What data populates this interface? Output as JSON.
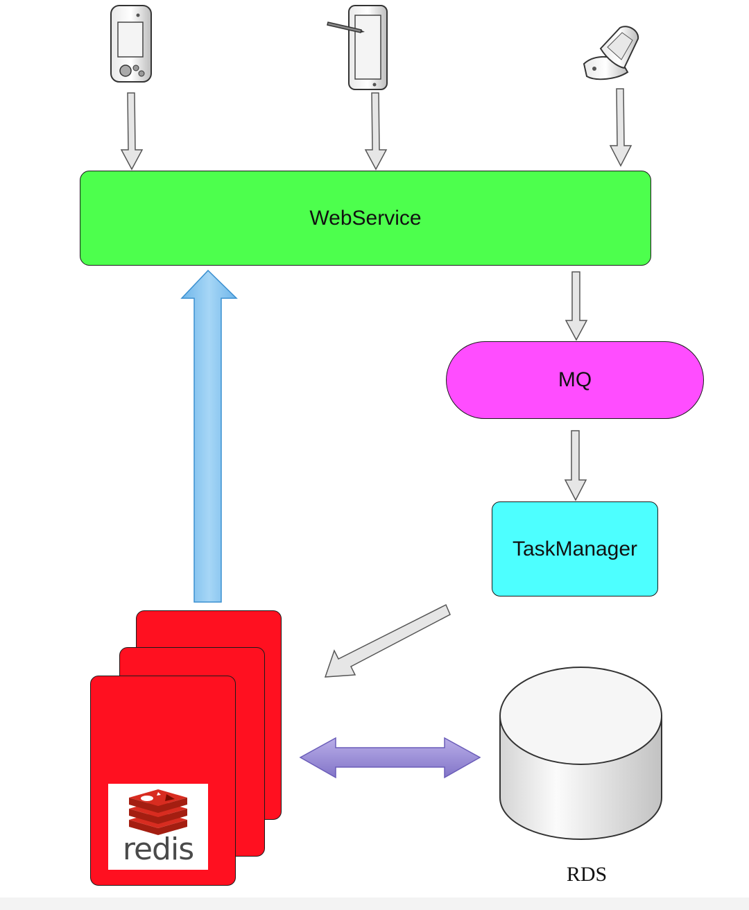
{
  "nodes": {
    "webservice": "WebService",
    "mq": "MQ",
    "taskmanager": "TaskManager",
    "rds": "RDS",
    "redis_logo_text": "redis"
  },
  "colors": {
    "webservice": "#4dff4d",
    "mq": "#ff4dff",
    "taskmanager": "#4dffff",
    "redis_card": "#ff1020",
    "up_arrow": "#86c6f0",
    "sync_arrow": "#9a8ad6",
    "flow_arrow": "#e6e6e6"
  },
  "icons": [
    "pda-icon",
    "tablet-stylus-icon",
    "flip-phone-icon",
    "redis-logo-icon",
    "database-cylinder-icon"
  ]
}
